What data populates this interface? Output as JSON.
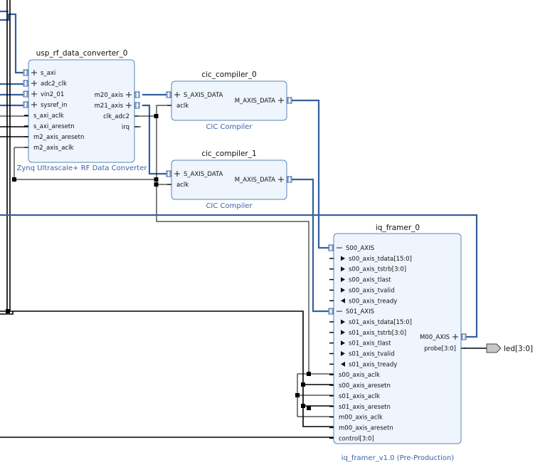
{
  "blocks": {
    "rf": {
      "instance": "usp_rf_data_converter_0",
      "ip_name": "Zynq Ultrascale+ RF Data Converter",
      "left_pins": [
        {
          "label": "s_axi",
          "kind": "bus"
        },
        {
          "label": "adc2_clk",
          "kind": "bus"
        },
        {
          "label": "vin2_01",
          "kind": "bus"
        },
        {
          "label": "sysref_in",
          "kind": "bus"
        },
        {
          "label": "s_axi_aclk",
          "kind": "wire"
        },
        {
          "label": "s_axi_aresetn",
          "kind": "wire"
        },
        {
          "label": "m2_axis_aresetn",
          "kind": "wire"
        },
        {
          "label": "m2_axis_aclk",
          "kind": "wire"
        }
      ],
      "right_pins": [
        {
          "label": "m20_axis",
          "kind": "bus"
        },
        {
          "label": "m21_axis",
          "kind": "bus"
        },
        {
          "label": "clk_adc2",
          "kind": "wire"
        },
        {
          "label": "irq",
          "kind": "wire"
        }
      ]
    },
    "cic0": {
      "instance": "cic_compiler_0",
      "ip_name": "CIC Compiler",
      "left_pins": [
        {
          "label": "S_AXIS_DATA",
          "kind": "bus"
        },
        {
          "label": "aclk",
          "kind": "wire"
        }
      ],
      "right_pins": [
        {
          "label": "M_AXIS_DATA",
          "kind": "bus"
        }
      ]
    },
    "cic1": {
      "instance": "cic_compiler_1",
      "ip_name": "CIC Compiler",
      "left_pins": [
        {
          "label": "S_AXIS_DATA",
          "kind": "bus"
        },
        {
          "label": "aclk",
          "kind": "wire"
        }
      ],
      "right_pins": [
        {
          "label": "M_AXIS_DATA",
          "kind": "bus"
        }
      ]
    },
    "iq": {
      "instance": "iq_framer_0",
      "ip_name": "iq_framer_v1.0 (Pre-Production)",
      "left_pins": [
        {
          "label": "S00_AXIS",
          "kind": "bus-open"
        },
        {
          "label": "s00_axis_tdata[15:0]",
          "kind": "in"
        },
        {
          "label": "s00_axis_tstrb[3:0]",
          "kind": "in"
        },
        {
          "label": "s00_axis_tlast",
          "kind": "in"
        },
        {
          "label": "s00_axis_tvalid",
          "kind": "in"
        },
        {
          "label": "s00_axis_tready",
          "kind": "out"
        },
        {
          "label": "S01_AXIS",
          "kind": "bus-open"
        },
        {
          "label": "s01_axis_tdata[15:0]",
          "kind": "in"
        },
        {
          "label": "s01_axis_tstrb[3:0]",
          "kind": "in"
        },
        {
          "label": "s01_axis_tlast",
          "kind": "in"
        },
        {
          "label": "s01_axis_tvalid",
          "kind": "in"
        },
        {
          "label": "s01_axis_tready",
          "kind": "out"
        },
        {
          "label": "s00_axis_aclk",
          "kind": "wire"
        },
        {
          "label": "s00_axis_aresetn",
          "kind": "wire"
        },
        {
          "label": "s01_axis_aclk",
          "kind": "wire"
        },
        {
          "label": "s01_axis_aresetn",
          "kind": "wire"
        },
        {
          "label": "m00_axis_aclk",
          "kind": "wire"
        },
        {
          "label": "m00_axis_aresetn",
          "kind": "wire"
        },
        {
          "label": "control[3:0]",
          "kind": "wire"
        }
      ],
      "right_pins": [
        {
          "label": "M00_AXIS",
          "kind": "bus"
        },
        {
          "label": "probe[3:0]",
          "kind": "wire"
        }
      ]
    }
  },
  "ports": {
    "led": "led[3:0]"
  },
  "colors": {
    "block_fill": "#eef5fd",
    "block_stroke": "#5a86b6",
    "bus": "#355f9f",
    "subtitle": "#3a63a8"
  }
}
